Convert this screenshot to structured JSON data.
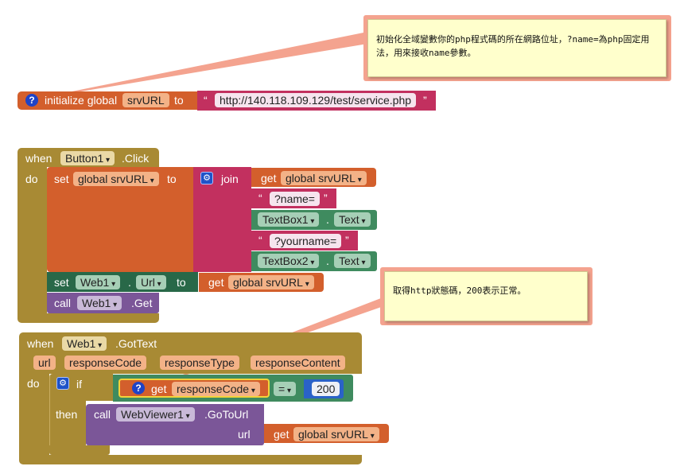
{
  "comments": {
    "c1": "初始化全域變數你的php程式碼的所在網路位址，?name=為php固定用法，用來接收name參數。",
    "c2": "取得http狀態碼，200表示正常。"
  },
  "init_block": {
    "keyword": "initialize global",
    "var_name": "srvURL",
    "to": "to",
    "url_value": "http://140.118.109.129/test/service.php"
  },
  "button_event": {
    "when": "when",
    "component": "Button1",
    "event": ".Click",
    "do": "do",
    "set1_label": "set",
    "set1_var": "global srvURL",
    "set1_to": "to",
    "join_label": "join",
    "get1_label": "get",
    "get1_var": "global srvURL",
    "text1": "?name=",
    "textbox1": "TextBox1",
    "textbox1_prop": "Text",
    "text2": "?yourname=",
    "textbox2": "TextBox2",
    "textbox2_prop": "Text",
    "set2_label": "set",
    "web_component": "Web1",
    "url_prop": "Url",
    "set2_to": "to",
    "get2_label": "get",
    "get2_var": "global srvURL",
    "call_label": "call",
    "call_component": "Web1",
    "call_method": ".Get"
  },
  "gottext_event": {
    "when": "when",
    "component": "Web1",
    "event": ".GotText",
    "params": [
      "url",
      "responseCode",
      "responseType",
      "responseContent"
    ],
    "do": "do",
    "if_label": "if",
    "get_label": "get",
    "get_var": "responseCode",
    "compare_op": "=",
    "compare_value": "200",
    "then_label": "then",
    "call_label": "call",
    "call_component": "WebViewer1",
    "call_method": ".GoToUrl",
    "url_label": "url",
    "get2_label": "get",
    "get2_var": "global srvURL"
  },
  "colors": {
    "variables": "#d35f2c",
    "control": "#a88a34",
    "text": "#c2305f",
    "components": "#3f8b5f",
    "procedures": "#7b5698",
    "math": "#2a62c8"
  }
}
